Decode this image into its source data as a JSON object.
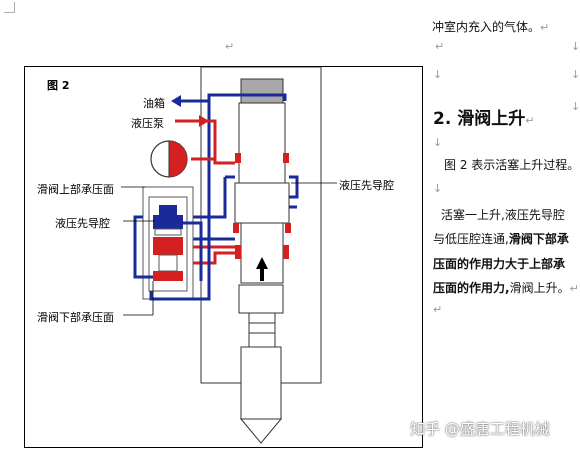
{
  "header_line": "冲室内充入的气体。",
  "heading": "2. 滑阀上升",
  "para1": "图 2 表示活塞上升过程。",
  "para2": {
    "line1": "活塞一上升,液压先导腔",
    "line2_a": "与低压腔连通,",
    "line2_b": "滑阀下部承",
    "line3_a": "压面的作用力大于上部承",
    "line4_a": "压面的作用力,",
    "line4_b": "滑阀上升。"
  },
  "marks": {
    "para": "↵",
    "arrow": "↓"
  },
  "figure": {
    "title": "图 2",
    "labels": {
      "oil_tank": "油箱",
      "hydraulic_pump": "液压泵",
      "upper_area": "滑阀上部承压面",
      "pilot_chamber_left": "液压先导腔",
      "pilot_chamber_right": "液压先导腔",
      "lower_area": "滑阀下部承压面"
    }
  },
  "watermark": "知乎 @盛唐工程机械",
  "colors": {
    "red": "#d42020",
    "blue": "#1a2a9a",
    "grey": "#9a9a9a"
  }
}
